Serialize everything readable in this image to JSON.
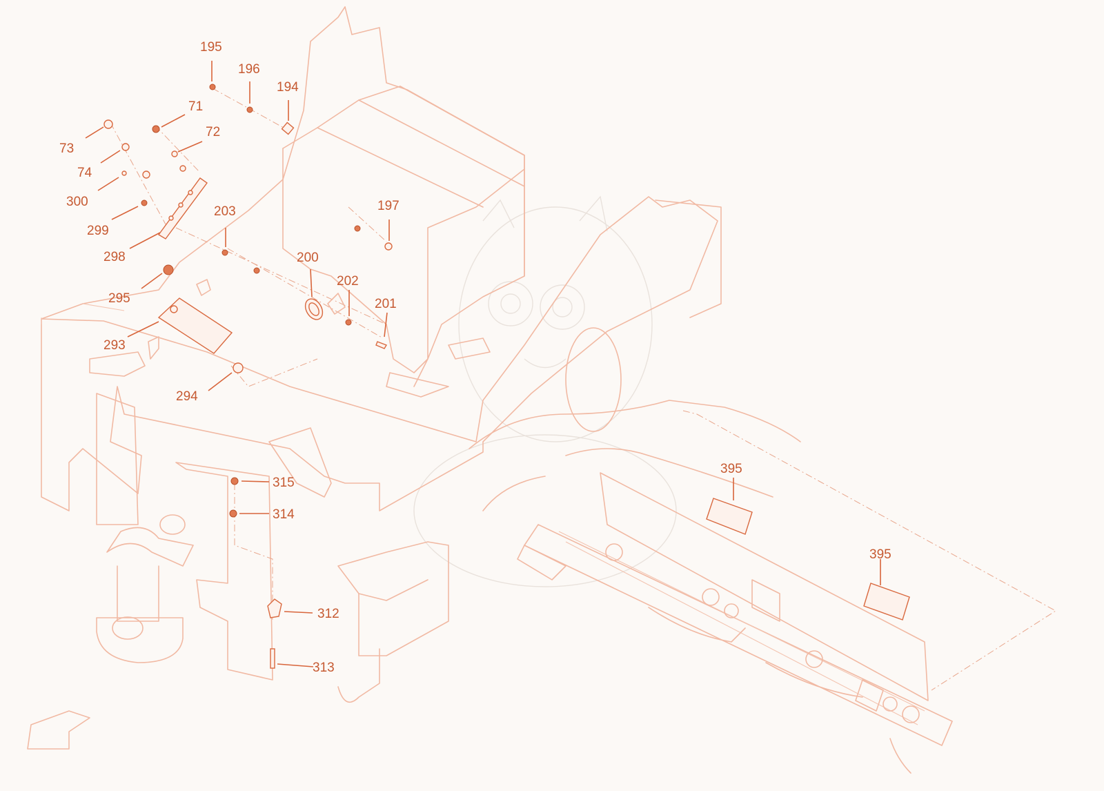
{
  "diagram": {
    "callouts": [
      {
        "id": "195",
        "label": "195"
      },
      {
        "id": "196",
        "label": "196"
      },
      {
        "id": "194",
        "label": "194"
      },
      {
        "id": "71",
        "label": "71"
      },
      {
        "id": "72",
        "label": "72"
      },
      {
        "id": "73",
        "label": "73"
      },
      {
        "id": "74",
        "label": "74"
      },
      {
        "id": "300",
        "label": "300"
      },
      {
        "id": "299",
        "label": "299"
      },
      {
        "id": "298",
        "label": "298"
      },
      {
        "id": "203",
        "label": "203"
      },
      {
        "id": "197",
        "label": "197"
      },
      {
        "id": "200",
        "label": "200"
      },
      {
        "id": "202",
        "label": "202"
      },
      {
        "id": "201",
        "label": "201"
      },
      {
        "id": "295",
        "label": "295"
      },
      {
        "id": "293",
        "label": "293"
      },
      {
        "id": "294",
        "label": "294"
      },
      {
        "id": "315",
        "label": "315"
      },
      {
        "id": "314",
        "label": "314"
      },
      {
        "id": "312",
        "label": "312"
      },
      {
        "id": "313",
        "label": "313"
      },
      {
        "id": "395a",
        "label": "395"
      },
      {
        "id": "395b",
        "label": "395"
      }
    ],
    "colors": {
      "callout": "#c65a32",
      "outline": "#f1b9a3",
      "background": "#fcf9f6"
    },
    "icons": [
      "direction-arrow-icon",
      "dragon-watermark-icon"
    ]
  }
}
